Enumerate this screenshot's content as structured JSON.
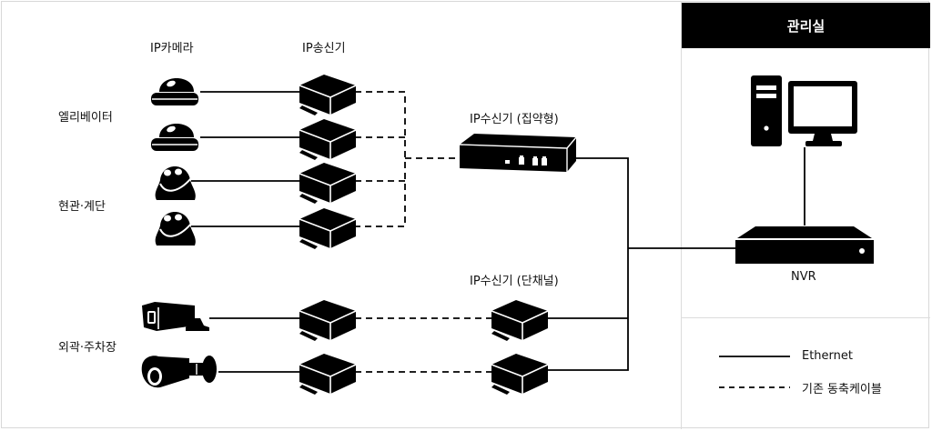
{
  "column_headers": {
    "camera": "IP카메라",
    "transmitter": "IP송신기"
  },
  "zones": [
    {
      "label": "엘리베이터",
      "camera_type": "dome-camera"
    },
    {
      "label": "현관·계단",
      "camera_type": "eyeball-camera"
    },
    {
      "label": "외곽·주차장",
      "camera_type": "bullet-camera"
    }
  ],
  "receivers": {
    "aggregated": "IP수신기 (집약형)",
    "single_channel": "IP수신기 (단채널)"
  },
  "control_room": {
    "title": "관리실",
    "nvr_label": "NVR",
    "pc_icon": "desktop-pc-icon"
  },
  "legend": [
    {
      "style": "solid",
      "label": "Ethernet"
    },
    {
      "style": "dashed",
      "label": "기존 동축케이블"
    }
  ]
}
